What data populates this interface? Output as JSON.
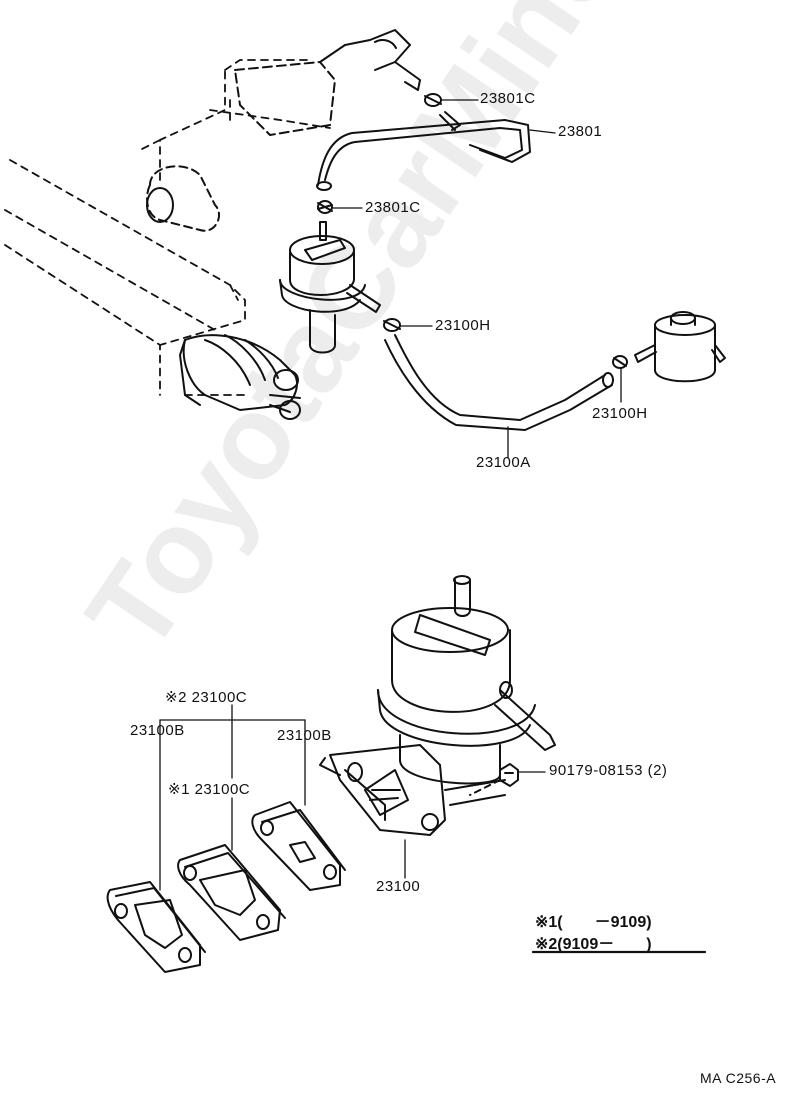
{
  "watermark": "ToyotaCarMine.ru",
  "labels": {
    "p23801C_top": "23801C",
    "p23801": "23801",
    "p23801C_mid": "23801C",
    "p23100H_left": "23100H",
    "p23100H_right": "23100H",
    "p23100A": "23100A",
    "p23100C_2": "※2 23100C",
    "p23100B_left": "23100B",
    "p23100B_right": "23100B",
    "p23100C_1": "※1 23100C",
    "p90179": "90179-08153 (2)",
    "p23100": "23100"
  },
  "notes": {
    "note1": "※1(　　－9109)",
    "note2": "※2(9109－　　)"
  },
  "footer_code": "MA C256-A"
}
